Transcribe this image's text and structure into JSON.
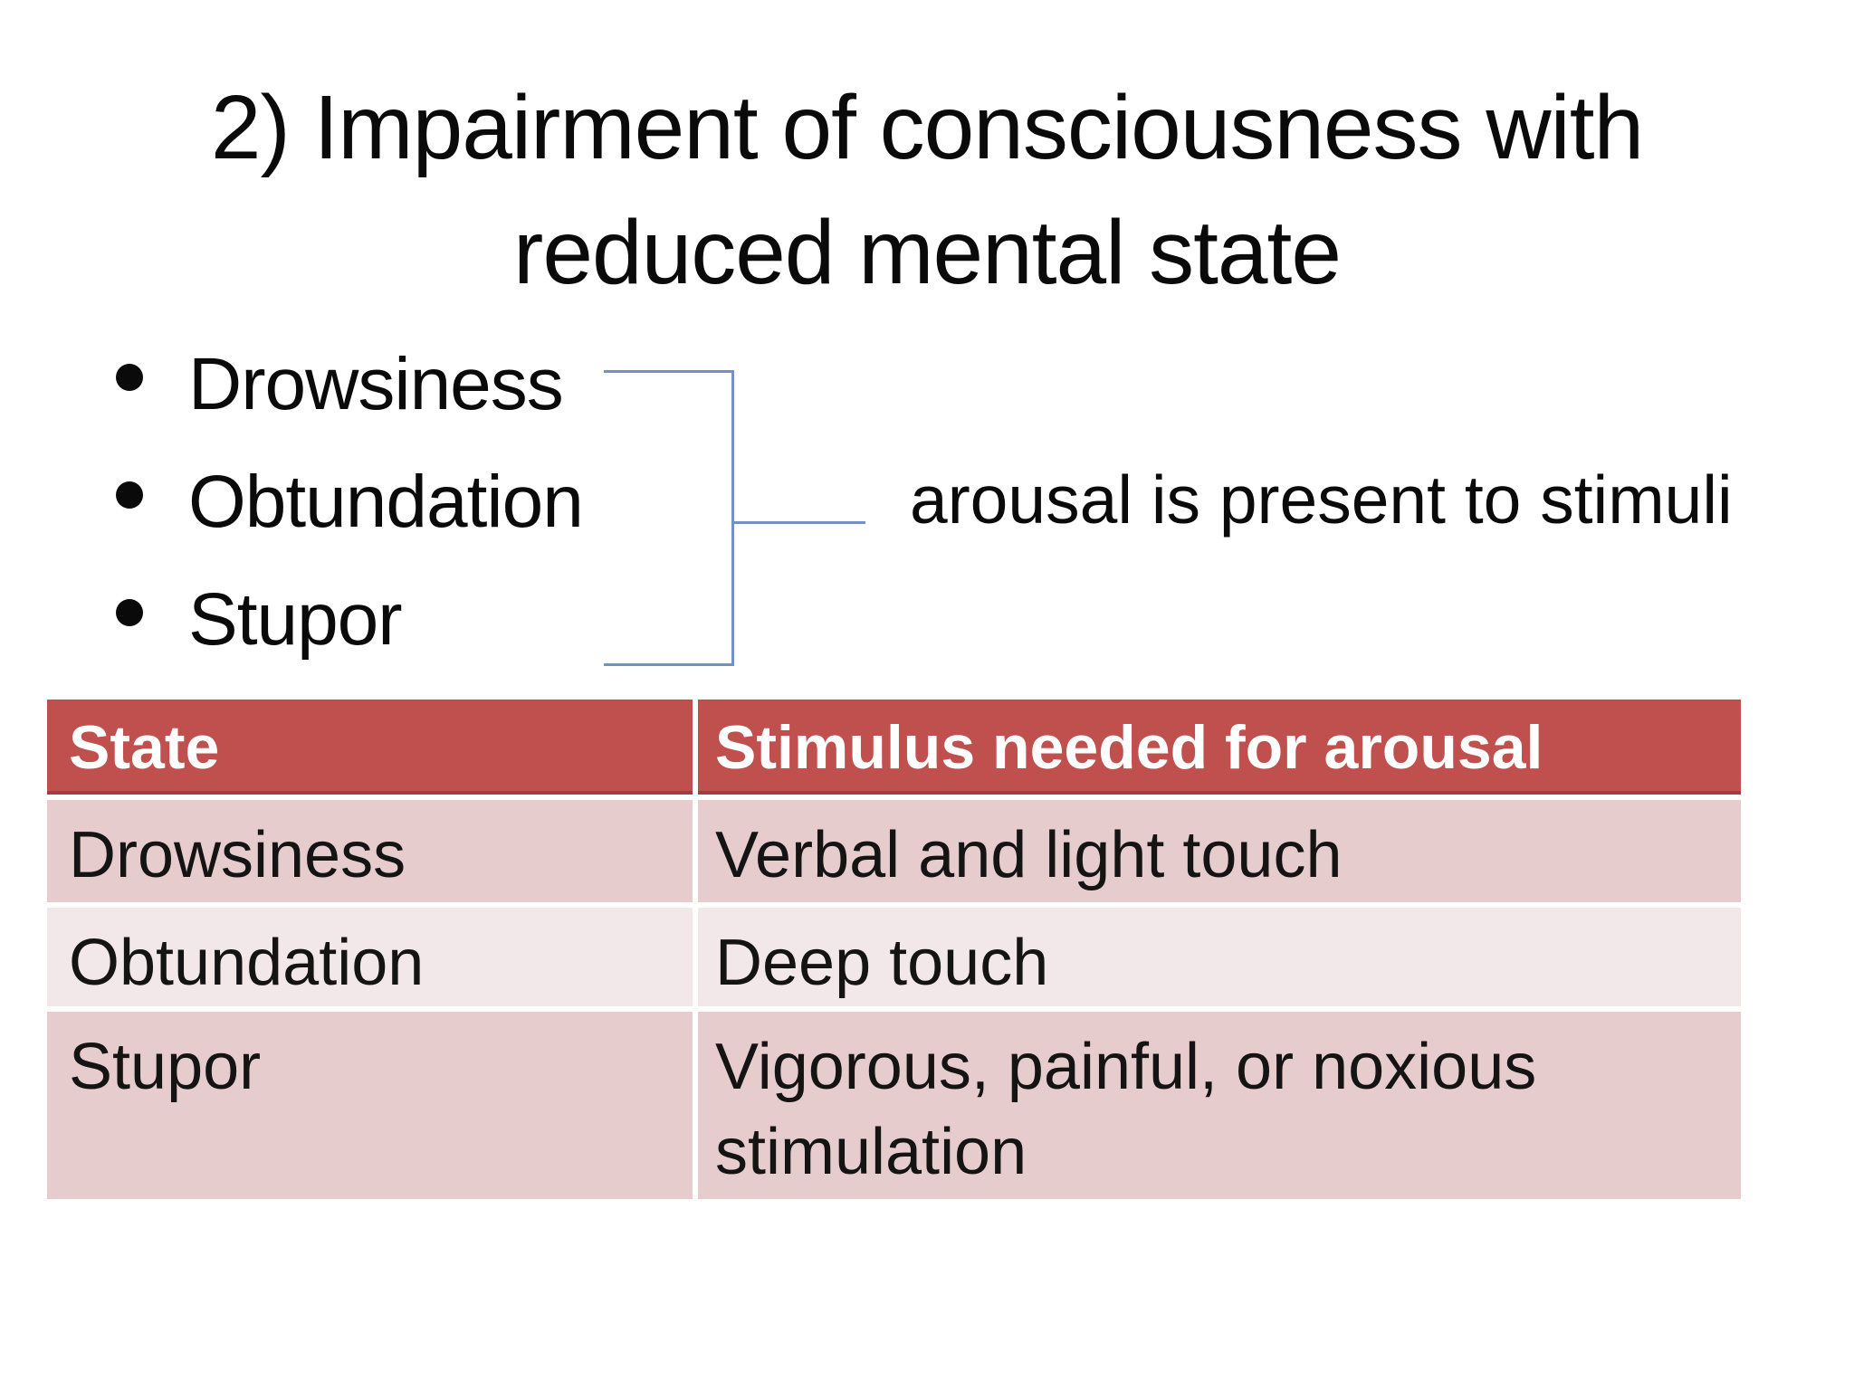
{
  "slide": {
    "title_line1": "2) Impairment of consciousness with",
    "title_line2": "reduced mental state",
    "bullets": [
      "Drowsiness",
      "Obtundation",
      "Stupor"
    ],
    "note": "arousal is present to stimuli",
    "table": {
      "headers": [
        "State",
        "Stimulus needed for arousal"
      ],
      "rows": [
        [
          "Drowsiness",
          "Verbal and light touch"
        ],
        [
          "Obtundation",
          "Deep touch"
        ],
        [
          "Stupor",
          "Vigorous, painful, or noxious stimulation"
        ]
      ]
    },
    "colors": {
      "header_bg": "#c0504d",
      "header_edge": "#a23e41",
      "row_pink": "#e7cccd",
      "row_light": "#f2e8e9",
      "bracket_blue": "#7292c3"
    }
  }
}
